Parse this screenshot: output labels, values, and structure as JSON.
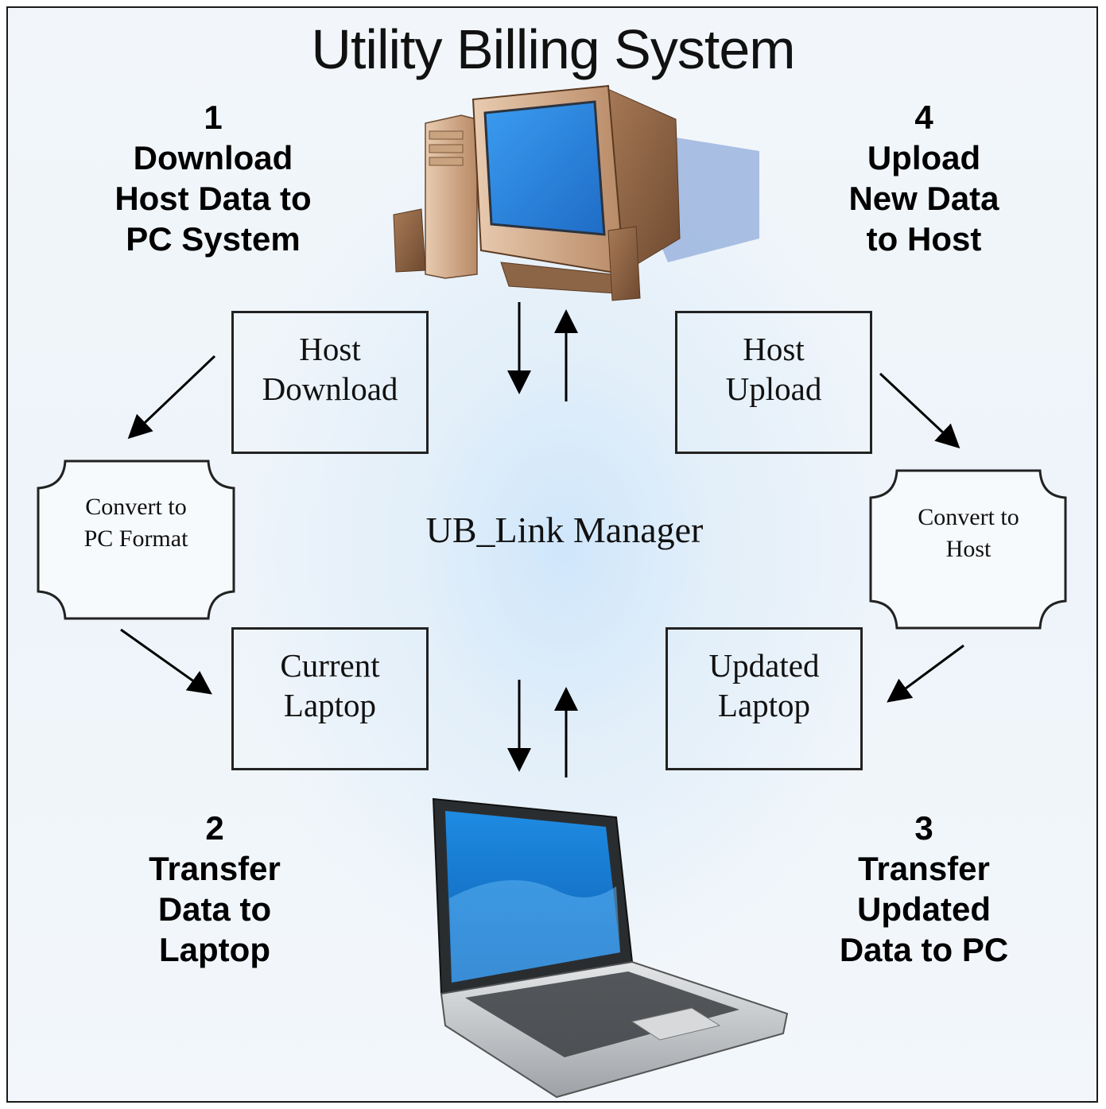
{
  "title": "Utility Billing System",
  "center_label": "UB_Link Manager",
  "steps": [
    {
      "num": "1",
      "text": "Download\nHost Data to\nPC System"
    },
    {
      "num": "4",
      "text": "Upload\nNew Data\nto Host"
    },
    {
      "num": "2",
      "text": "Transfer\nData to\nLaptop"
    },
    {
      "num": "3",
      "text": "Transfer\nUpdated\nData to PC"
    }
  ],
  "boxes": {
    "host_download": "Host\nDownload",
    "host_upload": "Host\nUpload",
    "current_laptop": "Current\nLaptop",
    "updated_laptop": "Updated\nLaptop"
  },
  "converters": {
    "to_pc": "Convert to\nPC Format",
    "to_host": "Convert to\nHost"
  },
  "icons": [
    "desktop-computer-icon",
    "laptop-icon"
  ]
}
